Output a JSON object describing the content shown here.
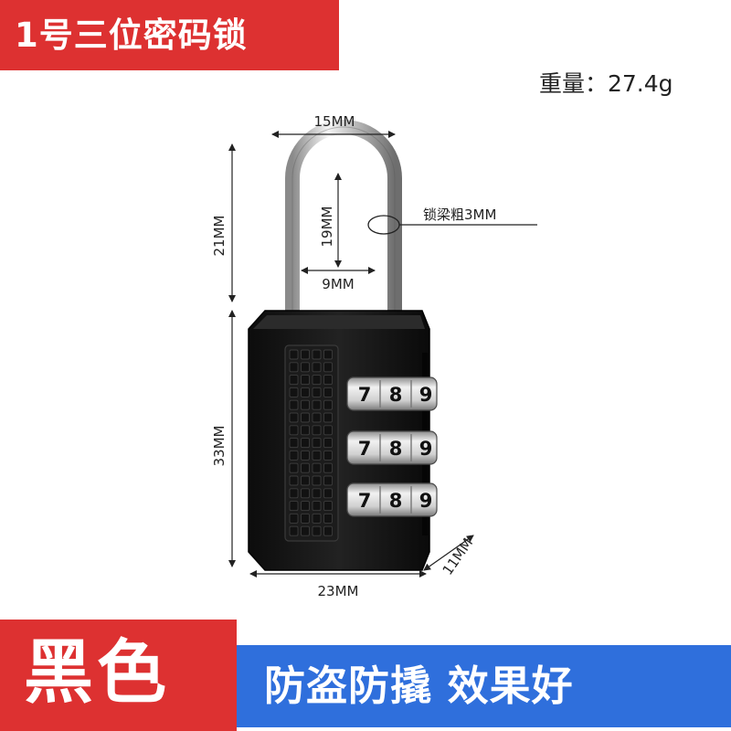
{
  "header": {
    "title": "1号三位密码锁"
  },
  "specs": {
    "weight": "重量：27.4g"
  },
  "dimensions": {
    "shackle_width": "15MM",
    "shackle_height": "21MM",
    "shackle_inner_height": "19MM",
    "shackle_inner_width": "9MM",
    "shackle_thickness": "锁梁粗3MM",
    "body_height": "33MM",
    "body_width": "23MM",
    "body_depth": "11MM"
  },
  "dials": [
    {
      "digits": [
        "7",
        "8",
        "9"
      ]
    },
    {
      "digits": [
        "7",
        "8",
        "9"
      ]
    },
    {
      "digits": [
        "7",
        "8",
        "9"
      ]
    }
  ],
  "footer": {
    "color": "黑色",
    "slogan": "防盗防撬 效果好"
  },
  "colors": {
    "banner_red": "#dd3131",
    "slogan_blue": "#2f6fdc",
    "lock_body": "#161616"
  }
}
